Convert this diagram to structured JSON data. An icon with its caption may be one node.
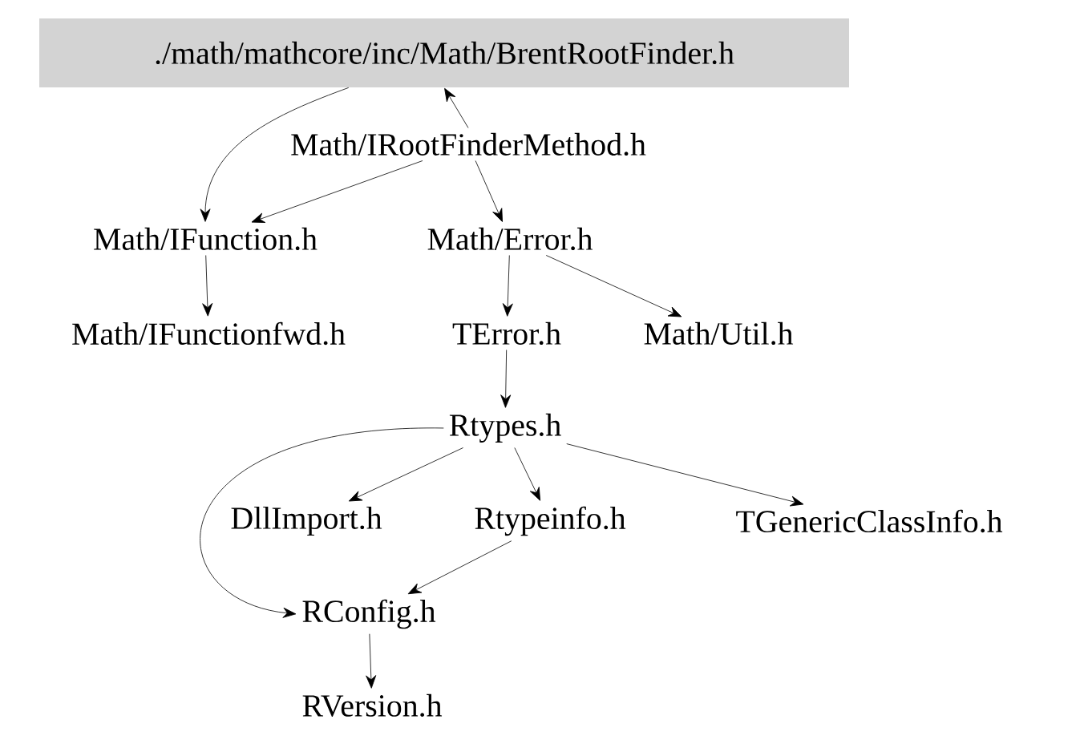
{
  "diagram": {
    "nodes": [
      {
        "text": [
          "./math/mathcore/inc/Math/BrentRootFinder.h"
        ]
      },
      {
        "text": [
          "Math/IRootFinderMethod.h"
        ]
      },
      {
        "text": [
          "Math/IFunction.h"
        ]
      },
      {
        "text": [
          "Math/Error.h"
        ]
      },
      {
        "text": [
          "Math/IFunctionfwd.h"
        ]
      },
      {
        "text": [
          "TError.h"
        ]
      },
      {
        "text": [
          "Math/Util.h"
        ]
      },
      {
        "text": [
          "Rtypes.h"
        ]
      },
      {
        "text": [
          "DllImport.h"
        ]
      },
      {
        "text": [
          "Rtypeinfo.h"
        ]
      },
      {
        "text": [
          "TGenericClassInfo.h"
        ]
      },
      {
        "text": [
          "RConfig.h"
        ]
      },
      {
        "text": [
          "RVersion.h"
        ]
      }
    ],
    "edges": [
      {
        "from": 0,
        "to": 2,
        "arrow": "to"
      },
      {
        "from": 1,
        "to": 0,
        "arrow": "to"
      },
      {
        "from": 1,
        "to": 2,
        "arrow": "to"
      },
      {
        "from": 1,
        "to": 3,
        "arrow": "to"
      },
      {
        "from": 2,
        "to": 4,
        "arrow": "to"
      },
      {
        "from": 3,
        "to": 5,
        "arrow": "to"
      },
      {
        "from": 3,
        "to": 6,
        "arrow": "to"
      },
      {
        "from": 5,
        "to": 7,
        "arrow": "to"
      },
      {
        "from": 7,
        "to": 11,
        "arrow": "to"
      },
      {
        "from": 7,
        "to": 8,
        "arrow": "to"
      },
      {
        "from": 7,
        "to": 9,
        "arrow": "to"
      },
      {
        "from": 7,
        "to": 10,
        "arrow": "to"
      },
      {
        "from": 9,
        "to": 11,
        "arrow": "to"
      },
      {
        "from": 11,
        "to": 12,
        "arrow": "to"
      }
    ]
  }
}
